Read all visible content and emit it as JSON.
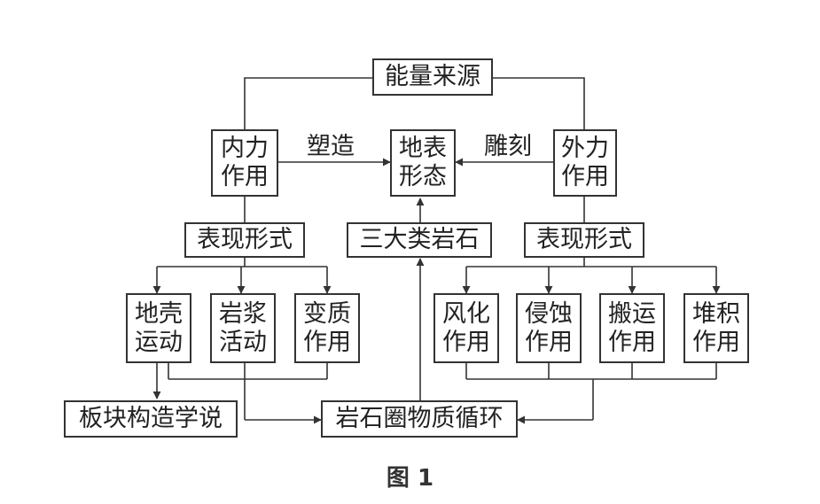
{
  "diagram": {
    "energy_source": "能量来源",
    "internal_force": "内力\n作用",
    "external_force": "外力\n作用",
    "surface_form": "地表\n形态",
    "shaping": "塑造",
    "carving": "雕刻",
    "manifestation_left": "表现形式",
    "manifestation_right": "表现形式",
    "three_rock_types": "三大类岩石",
    "crustal_movement": "地壳\n运动",
    "magmatic_activity": "岩浆\n活动",
    "metamorphism": "变质\n作用",
    "weathering": "风化\n作用",
    "erosion": "侵蚀\n作用",
    "transport": "搬运\n作用",
    "deposition": "堆积\n作用",
    "plate_tectonics": "板块构造学说",
    "rock_cycle": "岩石圈物质循环"
  },
  "caption": "图 1"
}
